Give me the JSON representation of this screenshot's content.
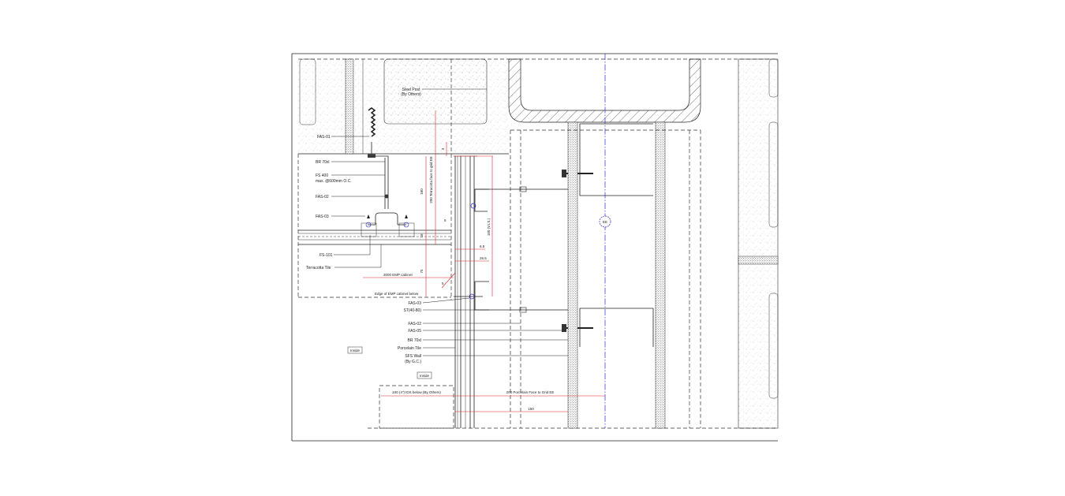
{
  "drawing": {
    "grid_label": "EE",
    "colors": {
      "dimension": "#d8262a",
      "grid_line": "#2b2bd0",
      "linework": "#222222"
    },
    "labels": {
      "steel_post": "Steel Post",
      "steel_post_note": "(By Others)",
      "fas01": "FAS-01",
      "br70_top": "BR 70xl",
      "fs400": "FS 400",
      "fs400_note": "max. @600mm O.C.",
      "fas02_top": "FAS-02",
      "fas03_top": "FAS-03",
      "fs101": "FS-101",
      "terracotta": "Terracotta Tile",
      "emp_cabinet": "3000 EMP cabinet",
      "emp_edge": "Edge of EMP cabinet below",
      "fas03": "FAS-03",
      "st": "ST(40-80)",
      "fas02": "FAS-02",
      "fas05": "FAS-05",
      "br70": "BR 70xl",
      "porcelain": "Porcelain Tile",
      "sfs_wall": "SFS Wall",
      "sfs_note": "(By G.C.)",
      "inside_1": "Inside",
      "inside_2": "Inside"
    },
    "dimensions": {
      "ids_below": "100 (4\") IDS below (By Others)",
      "porcelain_to_grid": "200 Porcelain Face to Grid EE",
      "d150": "150",
      "terracotta_to_grid": "200 Terracotta face to grid EE",
      "d160": "160",
      "d160_vis": "160 (V.I.S.)",
      "d6_5": "6.5",
      "d26_5": "26.5",
      "d75": "75",
      "d5a": "5",
      "d5b": "5",
      "d16": "16",
      "d3": "3"
    }
  }
}
